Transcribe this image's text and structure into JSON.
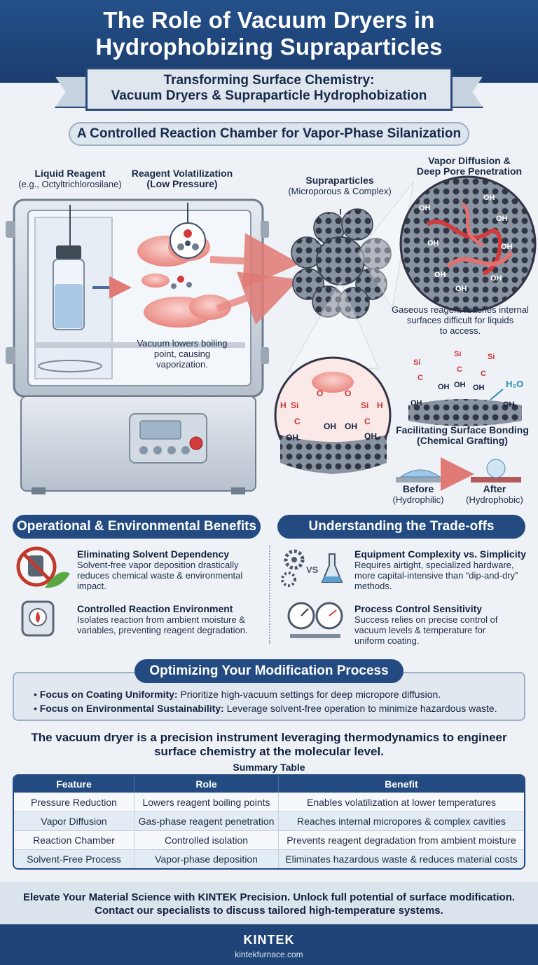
{
  "header": {
    "title_line1": "The Role of Vacuum Dryers in",
    "title_line2": "Hydrophobizing Supraparticles"
  },
  "ribbon": {
    "line1": "Transforming Surface Chemistry:",
    "line2": "Vacuum Dryers & Supraparticle Hydrophobization"
  },
  "chamber_banner": "A Controlled Reaction Chamber for Vapor-Phase Silanization",
  "diagram": {
    "liquid_reagent_title": "Liquid Reagent",
    "liquid_reagent_example": "(e.g., Octyltrichlorosilane)",
    "volatilization_line1": "Reagent Volatilization",
    "volatilization_line2": "(Low Pressure)",
    "vacuum_note_line1": "Vacuum lowers boiling",
    "vacuum_note_line2": "point, causing",
    "vacuum_note_line3": "vaporization.",
    "supraparticles_title": "Supraparticles",
    "supraparticles_sub": "(Microporous & Complex)",
    "vapor_diffusion_line1": "Vapor Diffusion &",
    "vapor_diffusion_line2": "Deep Pore Penetration",
    "gaseous_line1": "Gaseous reagent reaches internal",
    "gaseous_line2": "surfaces difficult for liquids",
    "gaseous_line3": "to access.",
    "bonding_line1": "Facilitating Surface Bonding",
    "bonding_line2": "(Chemical Grafting)",
    "before_title": "Before",
    "before_sub": "(Hydrophilic)",
    "after_title": "After",
    "after_sub": "(Hydrophobic)",
    "oh": "OH",
    "h2o": "H₂O",
    "si": "Si",
    "h": "H",
    "c": "C",
    "o": "O"
  },
  "benefits": {
    "heading": "Operational & Environmental Benefits",
    "items": [
      {
        "title": "Eliminating Solvent Dependency",
        "text1": "Solvent-free vapor deposition drastically",
        "text2": "reduces chemical waste & environmental",
        "text3": "impact.",
        "icon": "no-solvent-icon"
      },
      {
        "title": "Controlled Reaction Environment",
        "text1": "Isolates reaction from ambient moisture &",
        "text2": "variables, preventing reagent degradation.",
        "text3": "",
        "icon": "safe-chamber-icon"
      }
    ]
  },
  "tradeoffs": {
    "heading": "Understanding the Trade-offs",
    "items": [
      {
        "title": "Equipment Complexity vs. Simplicity",
        "text1": "Requires airtight, specialized hardware,",
        "text2": "more capital-intensive than “dip-and-dry”",
        "text3": "methods.",
        "icon": "gears-vs-flask-icon",
        "vs": "VS"
      },
      {
        "title": "Process Control Sensitivity",
        "text1": "Success relies on precise control of",
        "text2": "vacuum levels & temperature for",
        "text3": "uniform coating.",
        "icon": "pressure-gauges-icon"
      }
    ]
  },
  "optimize": {
    "heading": "Optimizing Your Modification Process",
    "items": [
      {
        "bold": "Focus on Coating Uniformity:",
        "text": " Prioritize high-vacuum settings for deep micropore diffusion."
      },
      {
        "bold": "Focus on Environmental Sustainability:",
        "text": " Leverage solvent-free operation to minimize hazardous waste."
      }
    ]
  },
  "closing": {
    "line1": "The vacuum dryer is a precision instrument leveraging thermodynamics to engineer",
    "line2": "surface chemistry at the molecular level."
  },
  "summary_table": {
    "caption": "Summary Table",
    "headers": [
      "Feature",
      "Role",
      "Benefit"
    ],
    "rows": [
      [
        "Pressure Reduction",
        "Lowers reagent boiling points",
        "Enables volatilization at lower temperatures"
      ],
      [
        "Vapor Diffusion",
        "Gas-phase reagent penetration",
        "Reaches internal micropores & complex cavities"
      ],
      [
        "Reaction Chamber",
        "Controlled isolation",
        "Prevents reagent degradation from ambient moisture"
      ],
      [
        "Solvent-Free Process",
        "Vapor-phase deposition",
        "Eliminates hazardous waste & reduces material costs"
      ]
    ]
  },
  "cta": {
    "line1": "Elevate Your Material Science with KINTEK Precision. Unlock full potential of surface modification.",
    "line2": "Contact our specialists to discuss tailored high-temperature systems."
  },
  "footer": {
    "brand": "KINTEK",
    "site": "kintekfurnace.com"
  },
  "colors": {
    "navy": "#1f4478",
    "cloud_red": "#e46f6f",
    "accent_red": "#d23b3b",
    "teal": "#2a8bb5"
  }
}
